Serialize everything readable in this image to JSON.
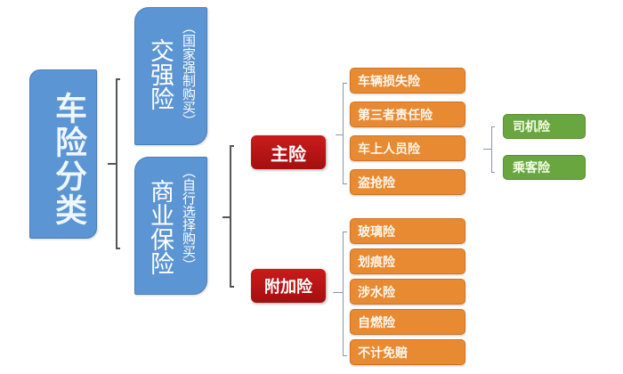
{
  "root": {
    "label": "车险分类"
  },
  "categories": [
    {
      "label": "交强险",
      "note": "（国家强制购买）"
    },
    {
      "label": "商业保险",
      "note": "（自行选择购买）"
    }
  ],
  "commercial": {
    "main": {
      "label": "主险",
      "items": [
        "车辆损失险",
        "第三者责任险",
        "车上人员险",
        "盗抢险"
      ],
      "passenger_subitems": [
        "司机险",
        "乘客险"
      ]
    },
    "addon": {
      "label": "附加险",
      "items": [
        "玻璃险",
        "划痕险",
        "涉水险",
        "自燃险",
        "不计免赔"
      ]
    }
  },
  "colors": {
    "blue": "#5b95d3",
    "red": "#b8151a",
    "orange": "#e88a32",
    "green": "#6aa640"
  }
}
